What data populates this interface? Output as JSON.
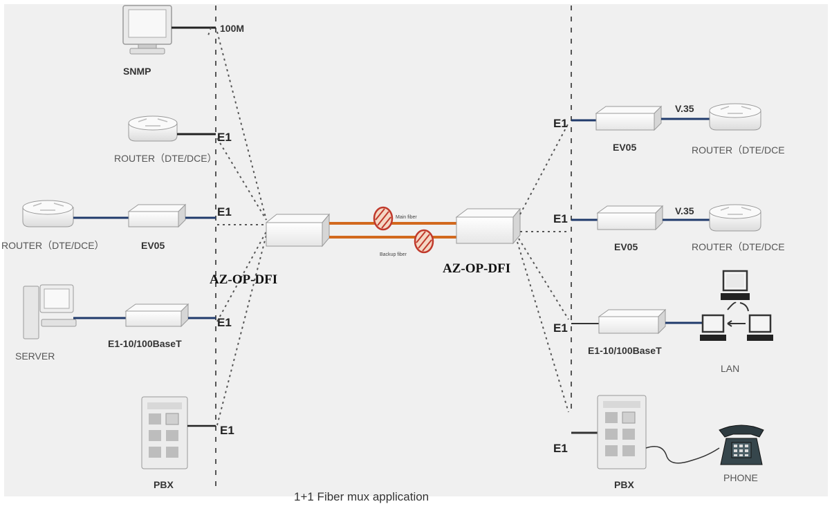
{
  "colors": {
    "background": "#f0f0f0",
    "fiber": "#d2691e",
    "link": "#1f3a6b",
    "device": "#f7f7f7",
    "device_stroke": "#8a8a8a",
    "dotted": "#555555"
  },
  "left_side": {
    "port_100m": "100M",
    "snmp_label": "SNMP",
    "router1_label": "ROUTER（DTE/DCE）",
    "router1_port": "E1",
    "router2_label": "ROUTER（DTE/DCE）",
    "ev05_label": "EV05",
    "router2_port": "E1",
    "server_label": "SERVER",
    "converter_label": "E1-10/100BaseT",
    "server_port": "E1",
    "pbx_label": "PBX",
    "pbx_port": "E1"
  },
  "center": {
    "left_mux_label": "AZ-OP-DFI",
    "right_mux_label": "AZ-OP-DFI",
    "main_fiber": "Main fiber",
    "backup_fiber": "Backup fiber",
    "caption": "1+1 Fiber mux application"
  },
  "right_side": {
    "port1": "E1",
    "ev05_top": "EV05",
    "v35_top": "V.35",
    "router_top": "ROUTER（DTE/DCE",
    "port2": "E1",
    "ev05_mid": "EV05",
    "v35_mid": "V.35",
    "router_mid": "ROUTER（DTE/DCE",
    "port3": "E1",
    "converter_label": "E1-10/100BaseT",
    "lan_label": "LAN",
    "port4": "E1",
    "pbx_label": "PBX",
    "phone_label": "PHONE"
  }
}
